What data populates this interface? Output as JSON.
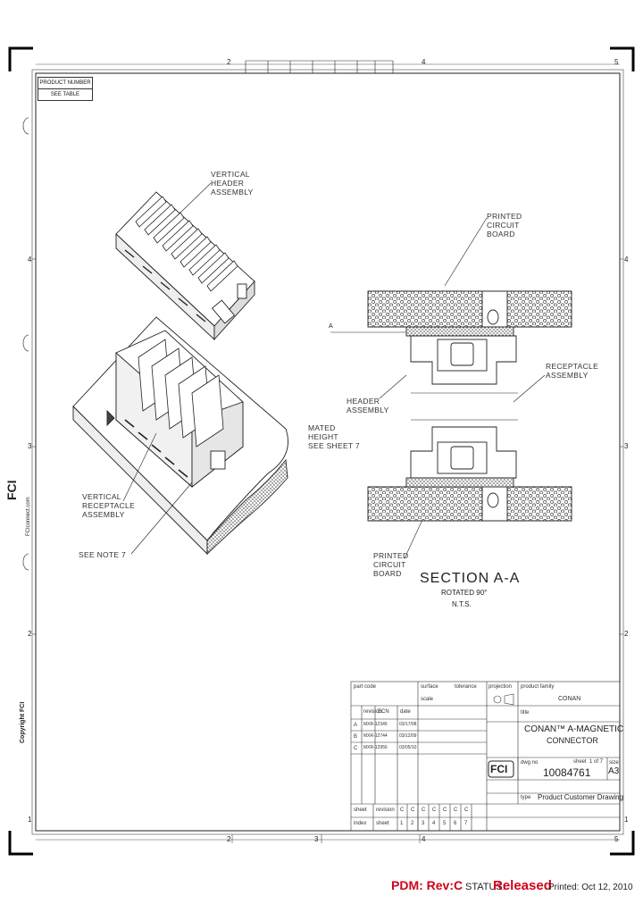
{
  "product_table": {
    "header": "PRODUCT NUMBER",
    "value": "SEE TABLE"
  },
  "grid": {
    "top": [
      "2",
      "4",
      "5"
    ],
    "bottom": [
      "2",
      "3",
      "4",
      "5"
    ],
    "left": [
      "4",
      "3",
      "2",
      "1"
    ],
    "right": [
      "4",
      "3",
      "2",
      "1"
    ]
  },
  "labels": {
    "vertical_header": "VERTICAL\nHEADER\nASSEMBLY",
    "vertical_receptacle": "VERTICAL\nRECEPTACLE\nASSEMBLY",
    "see_note": "SEE NOTE 7",
    "printed_circuit_board_top": "PRINTED\nCIRCUIT\nBOARD",
    "receptacle_assembly": "RECEPTACLE\nASSEMBLY",
    "header_assembly": "HEADER\nASSEMBLY",
    "mated_height": "MATED\nHEIGHT\nSEE SHEET 7",
    "printed_circuit_board_bottom": "PRINTED\nCIRCUIT\nBOARD",
    "section_title": "SECTION A-A",
    "section_sub1": "ROTATED 90°",
    "section_sub2": "N.T.S.",
    "section_marker": "A"
  },
  "side": {
    "brand": "FCI",
    "site": "FCIconnect.com",
    "copyright": "Copyright FCI"
  },
  "title_block": {
    "part_code": "part code",
    "surface": "surface",
    "scale": "scale",
    "tolerance": "tolerance",
    "projection": "projection",
    "product_family": "product family",
    "family_value": "CONAN",
    "title_label": "title",
    "title_line1": "CONAN™ A-MAGNETIC",
    "title_line2": "CONNECTOR",
    "revision_label": "revision",
    "ecn_label": "ECN",
    "date_label": "date",
    "rev_rows": [
      {
        "rev": "A",
        "ecn": "MXR-12345",
        "date": "03/17/08"
      },
      {
        "rev": "B",
        "ecn": "MXR-12744",
        "date": "03/12/09"
      },
      {
        "rev": "C",
        "ecn": "MXR-12956",
        "date": "03/05/10"
      }
    ],
    "dwg_no_label": "dwg no",
    "dwg_no": "10084761",
    "size_label": "size",
    "size_value": "A3",
    "sheet_label": "sheet",
    "sheet_value": "1 of 7",
    "type_label": "type",
    "type_value": "Product Customer Drawing",
    "release_label": "sheet",
    "rev_bottom_label": "revision",
    "index_label": "index",
    "sheet_row_label": "sheet",
    "sheet_numbers": [
      "1",
      "2",
      "3",
      "4",
      "5",
      "6",
      "7"
    ],
    "rev_letters": [
      "C",
      "C",
      "C",
      "C",
      "C",
      "C",
      "C"
    ]
  },
  "footer": {
    "pdm_label": "PDM: Rev:C",
    "status_label": "STATUS:",
    "status_value": "Released",
    "printed": "Printed: Oct 12, 2010"
  },
  "colors": {
    "pdm": "#d0021b",
    "status": "#d0021b",
    "line": "#222222",
    "hatch": "#555555"
  }
}
